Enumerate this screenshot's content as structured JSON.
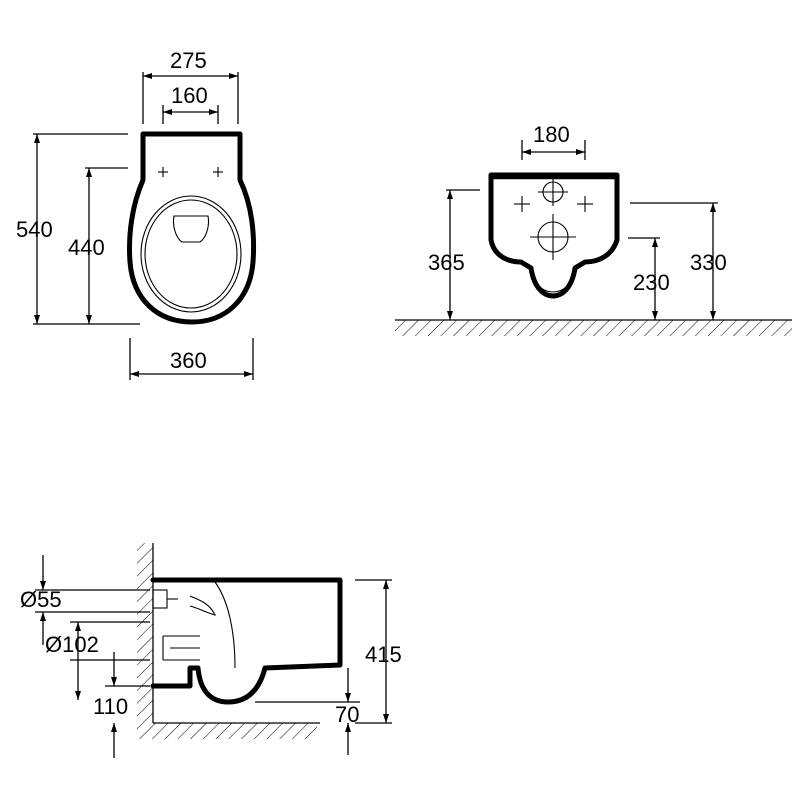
{
  "front_view": {
    "width_top": "275",
    "hole_spacing": "160",
    "height_total": "540",
    "height_holes": "440",
    "width_body": "360"
  },
  "rear_view": {
    "hole_spacing": "180",
    "height_top": "365",
    "height_outlet": "230",
    "height_inlet": "330"
  },
  "side_view": {
    "inlet_diameter": "Ø55",
    "outlet_diameter": "Ø102",
    "outlet_height": "110",
    "bowl_height": "415",
    "foot_height": "70"
  }
}
